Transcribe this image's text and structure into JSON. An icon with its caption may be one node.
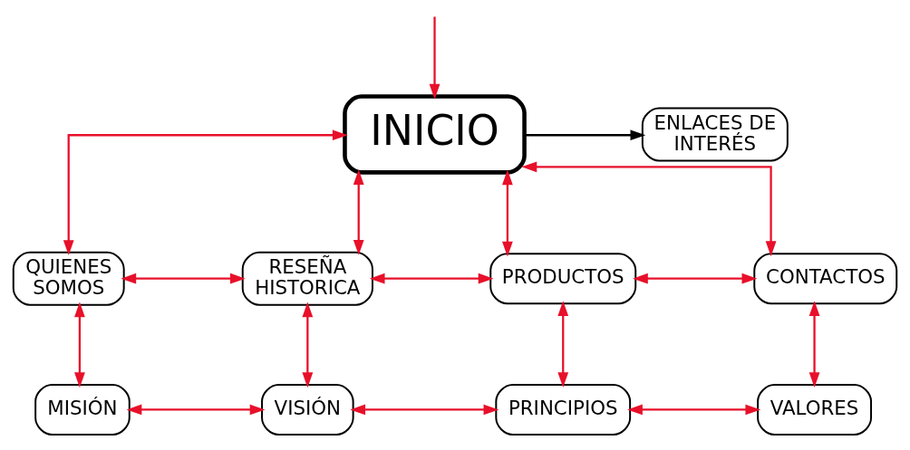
{
  "diagram": {
    "nodes": [
      {
        "text": [
          "INICIO"
        ]
      },
      {
        "text": [
          "ENLACES DE INTERÉS"
        ]
      },
      {
        "text": [
          "QUIENES SOMOS"
        ]
      },
      {
        "text": [
          "RESEÑA HISTORICA"
        ]
      },
      {
        "text": [
          "PRODUCTOS"
        ]
      },
      {
        "text": [
          "CONTACTOS"
        ]
      },
      {
        "text": [
          "MISIÓN"
        ]
      },
      {
        "text": [
          "VISIÓN"
        ]
      },
      {
        "text": [
          "PRINCIPIOS"
        ]
      },
      {
        "text": [
          "VALORES"
        ]
      }
    ],
    "edges": [
      {
        "from": 0,
        "to": 1,
        "arrow": "to",
        "color": "#000000"
      },
      {
        "from": null,
        "to": 0,
        "arrow": "to"
      },
      {
        "from": 0,
        "to": 2,
        "arrow": "both"
      },
      {
        "from": 0,
        "to": 3,
        "arrow": "both"
      },
      {
        "from": 4,
        "to": 0,
        "arrow": "both"
      },
      {
        "from": 5,
        "to": 0,
        "arrow": "both"
      },
      {
        "from": 2,
        "to": 3,
        "arrow": "both"
      },
      {
        "from": 3,
        "to": 4,
        "arrow": "both"
      },
      {
        "from": 4,
        "to": 5,
        "arrow": "both"
      },
      {
        "from": 2,
        "to": 6,
        "arrow": "both"
      },
      {
        "from": 3,
        "to": 7,
        "arrow": "both"
      },
      {
        "from": 4,
        "to": 8,
        "arrow": "both"
      },
      {
        "from": 5,
        "to": 9,
        "arrow": "both"
      },
      {
        "from": 6,
        "to": 7,
        "arrow": "both"
      },
      {
        "from": 7,
        "to": 8,
        "arrow": "both"
      },
      {
        "from": 8,
        "to": 9,
        "arrow": "both"
      }
    ]
  }
}
